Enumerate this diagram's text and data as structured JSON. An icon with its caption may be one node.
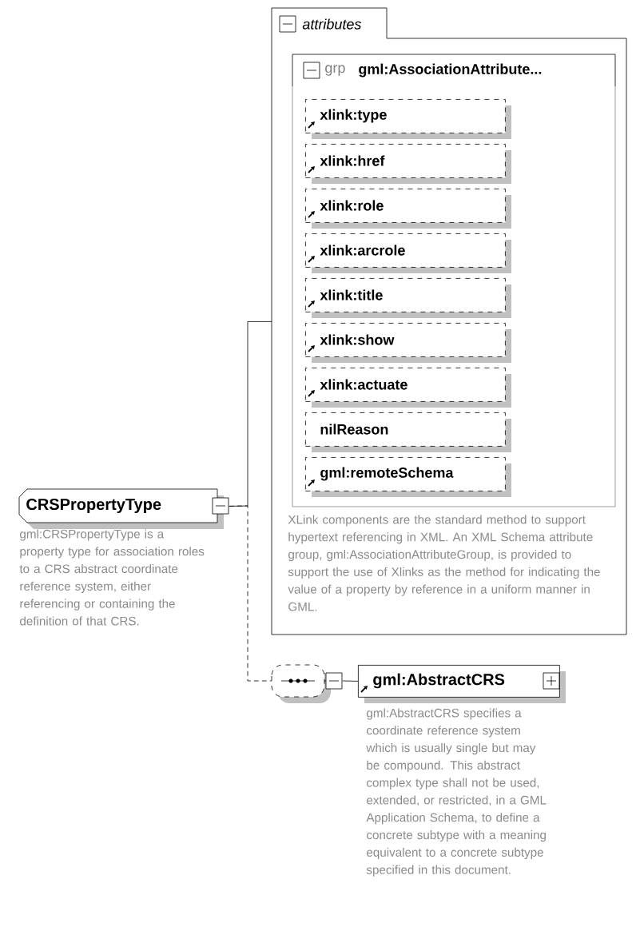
{
  "diagram": {
    "nodes": [
      {
        "text": [
          "CRSPropertyType"
        ],
        "beside": [
          "gml:CRSPropertyType is a property type for association roles to a CRS abstract coordinate reference system, either referencing or containing the definition of that CRS."
        ]
      },
      {
        "text": [
          "attributes",
          "XLink components are the standard method to support hypertext referencing in XML. An XML Schema attribute group, gml:AssociationAttributeGroup, is provided to support the use of Xlinks as the method for indicating the value of a property by reference in a uniform manner in GML."
        ]
      },
      {
        "text": [
          "grp",
          "gml:AssociationAttribute..."
        ],
        "in": 1
      },
      {
        "text": [
          "xlink:type"
        ],
        "in": 2
      },
      {
        "text": [
          "xlink:href"
        ],
        "in": 2
      },
      {
        "text": [
          "xlink:role"
        ],
        "in": 2
      },
      {
        "text": [
          "xlink:arcrole"
        ],
        "in": 2
      },
      {
        "text": [
          "xlink:title"
        ],
        "in": 2
      },
      {
        "text": [
          "xlink:show"
        ],
        "in": 2
      },
      {
        "text": [
          "xlink:actuate"
        ],
        "in": 2
      },
      {
        "text": [
          "nilReason"
        ],
        "in": 2
      },
      {
        "text": [
          "gml:remoteSchema"
        ],
        "in": 2
      },
      {
        "text": [],
        "shape": "oval"
      },
      {
        "text": [
          "gml:AbstractCRS"
        ],
        "beside": [
          "gml:AbstractCRS specifies a coordinate reference system which is usually single but may be compound. This abstract complex type shall not be used, extended, or restricted, in a GML Application Schema, to define a concrete subtype with a meaning equivalent to a concrete subtype specified in this document."
        ]
      }
    ],
    "edges": [
      {
        "from": 0,
        "to": 1,
        "arrow": "none"
      },
      {
        "from": 0,
        "to": 12,
        "arrow": "none",
        "style": "dashed"
      },
      {
        "from": 12,
        "to": 13,
        "arrow": "none"
      }
    ]
  }
}
